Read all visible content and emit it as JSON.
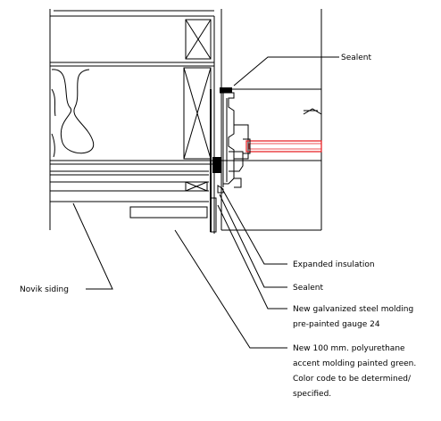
{
  "labels": {
    "sealant_top": "Sealent",
    "expanded_insulation": "Expanded insulation",
    "sealant_bottom": "Sealent",
    "molding_line1": "New galvanized steel molding",
    "molding_line2": "pre-painted gauge 24",
    "novik_siding": "Novik siding",
    "accent_line1": "New 100 mm. polyurethane",
    "accent_line2": "accent molding painted green.",
    "accent_line3": "Color code to be determined/",
    "accent_line4": "specified."
  },
  "colors": {
    "line": "#000000",
    "glass_frame": "#e8262b",
    "background": "#ffffff"
  }
}
